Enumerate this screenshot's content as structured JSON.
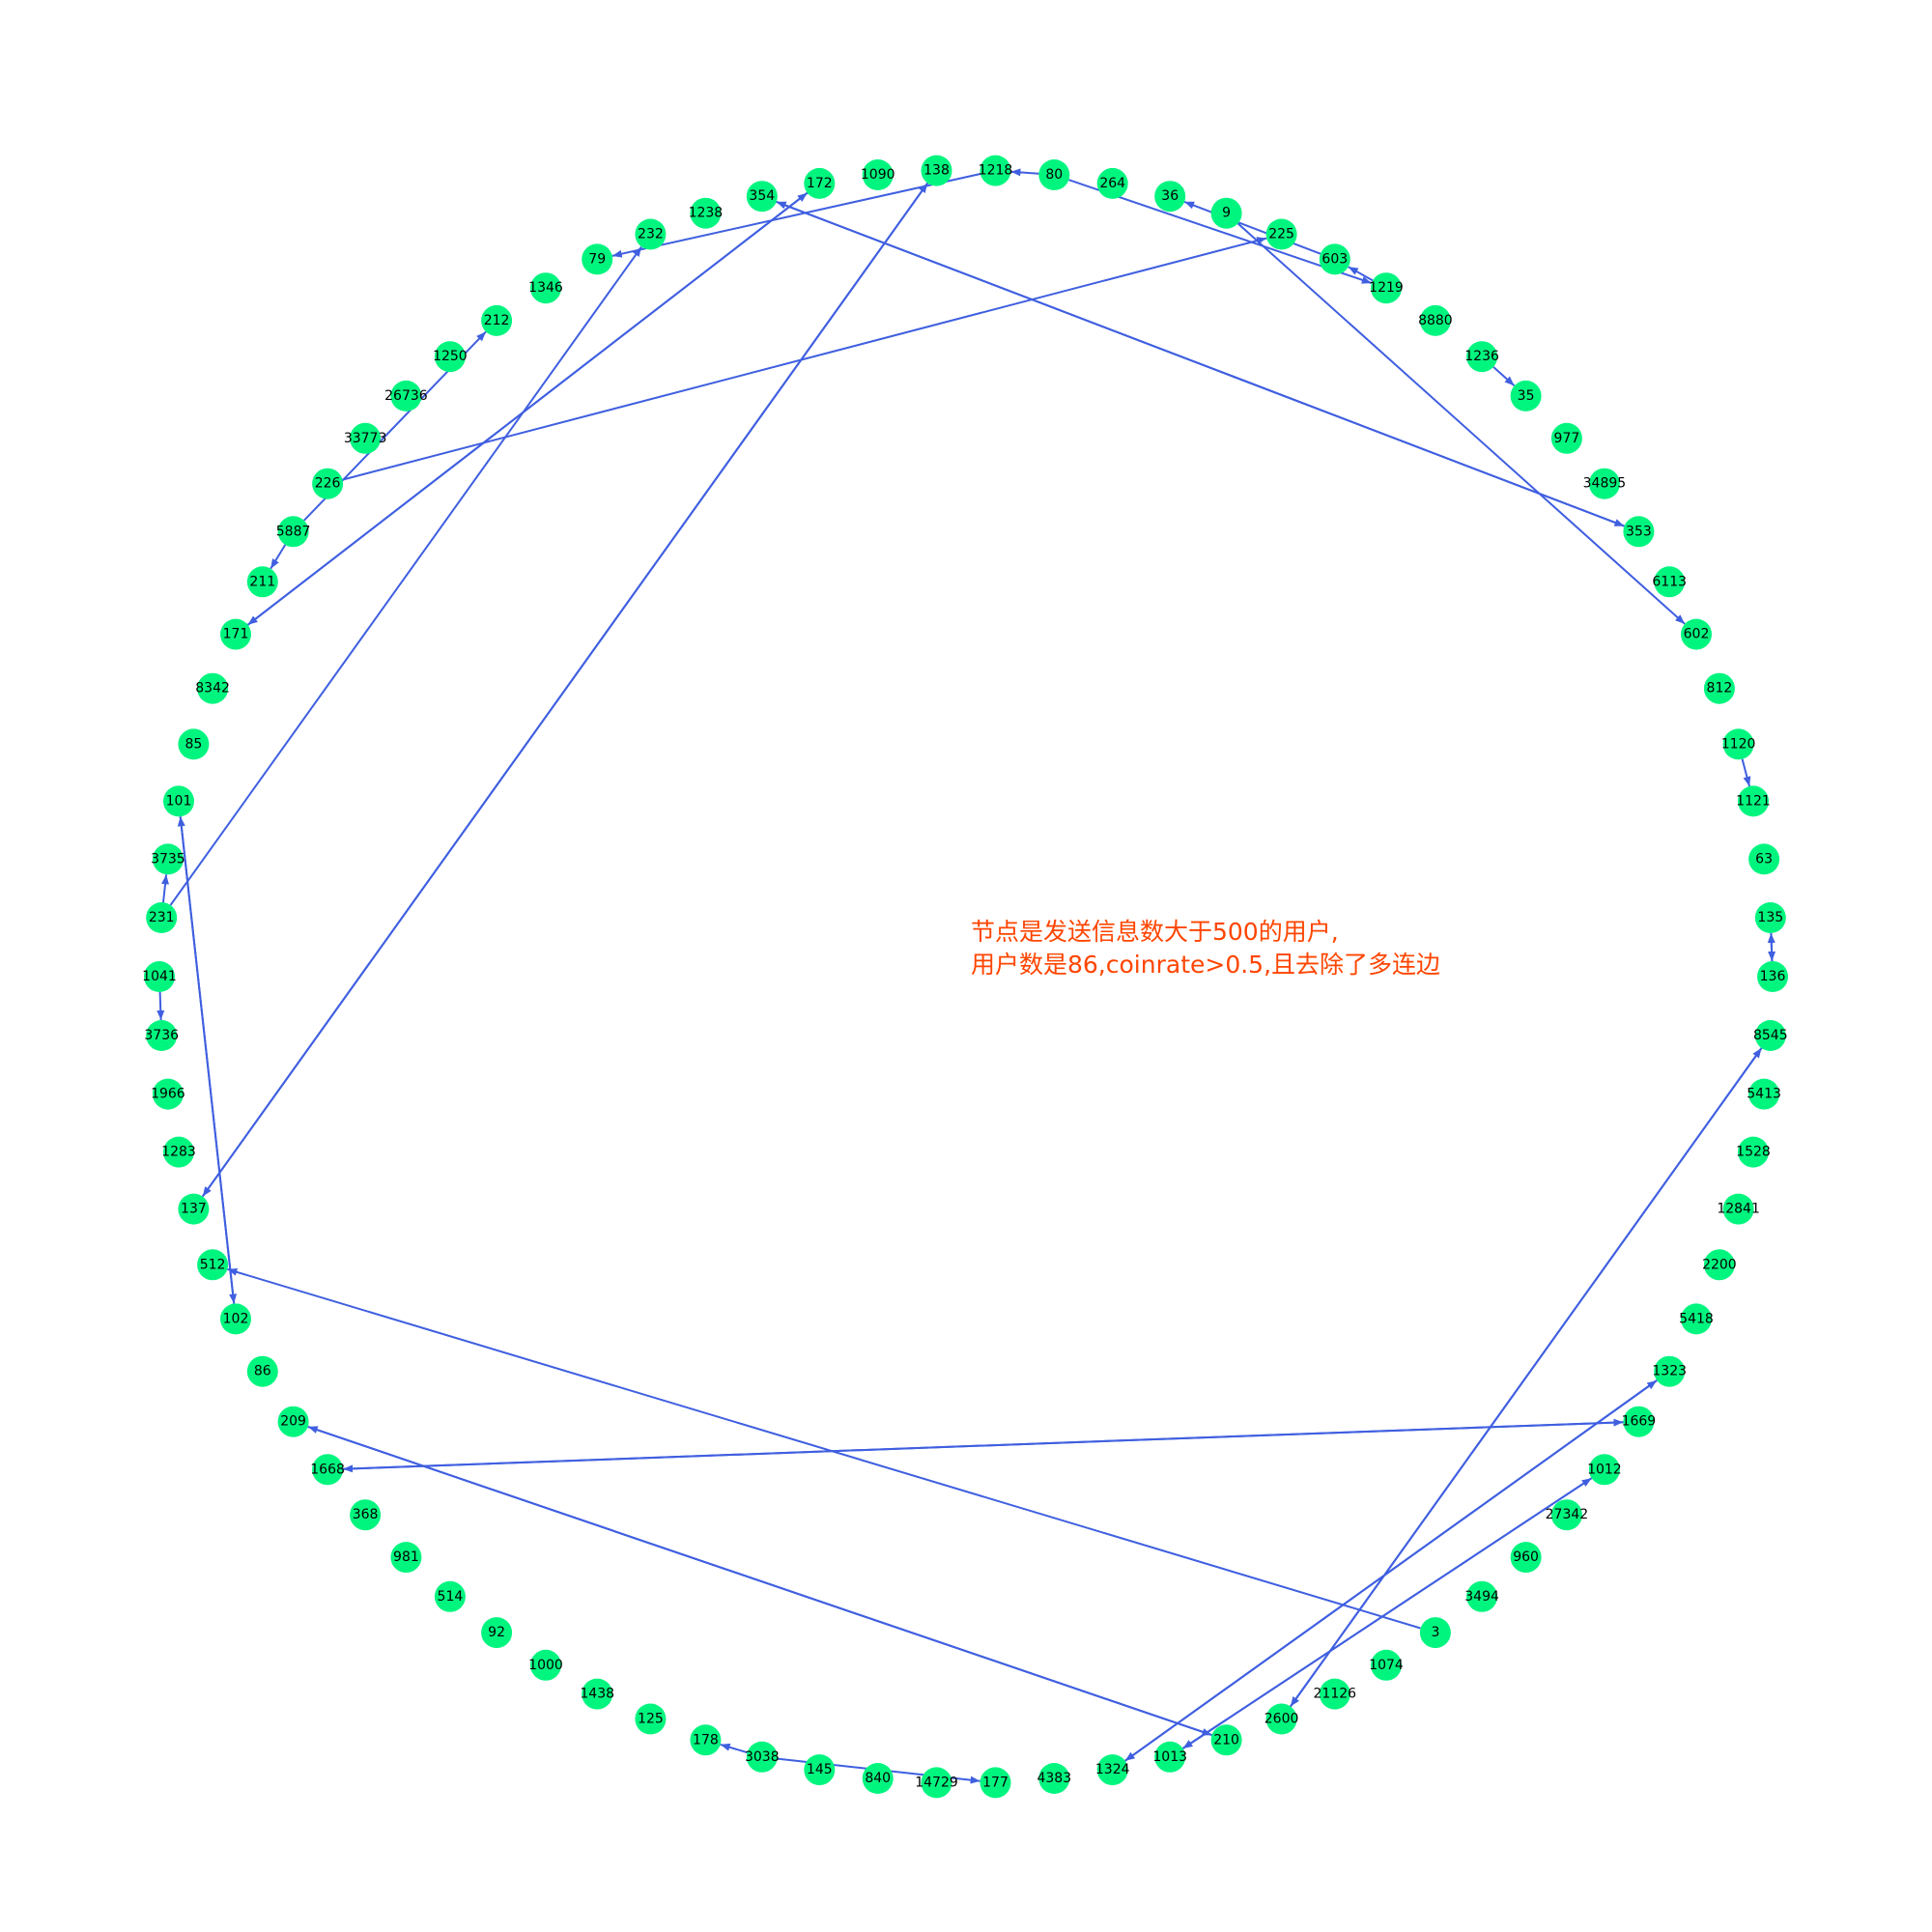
{
  "caption": {
    "line1": "节点是发送信息数大于500的用户,",
    "line2": "用户数是86,coinrate>0.5,且去除了多连边"
  },
  "colors": {
    "node_fill": "#00f57f",
    "edge": "#3f5fe0",
    "caption": "#ff4500",
    "background": "#ffffff"
  },
  "nodes": [
    {
      "id": "1218",
      "label": "1218"
    },
    {
      "id": "80",
      "label": "80"
    },
    {
      "id": "264",
      "label": "264"
    },
    {
      "id": "36",
      "label": "36"
    },
    {
      "id": "9",
      "label": "9"
    },
    {
      "id": "225",
      "label": "225"
    },
    {
      "id": "603",
      "label": "603"
    },
    {
      "id": "1219",
      "label": "1219"
    },
    {
      "id": "8880",
      "label": "8880"
    },
    {
      "id": "1236",
      "label": "1236"
    },
    {
      "id": "35",
      "label": "35"
    },
    {
      "id": "977",
      "label": "977"
    },
    {
      "id": "34895",
      "label": "34895"
    },
    {
      "id": "353",
      "label": "353"
    },
    {
      "id": "6113",
      "label": "6113"
    },
    {
      "id": "602",
      "label": "602"
    },
    {
      "id": "812",
      "label": "812"
    },
    {
      "id": "1120",
      "label": "1120"
    },
    {
      "id": "1121",
      "label": "1121"
    },
    {
      "id": "63",
      "label": "63"
    },
    {
      "id": "135",
      "label": "135"
    },
    {
      "id": "136",
      "label": "136"
    },
    {
      "id": "8545",
      "label": "8545"
    },
    {
      "id": "5413",
      "label": "5413"
    },
    {
      "id": "1528",
      "label": "1528"
    },
    {
      "id": "12841",
      "label": "12841"
    },
    {
      "id": "2200",
      "label": "2200"
    },
    {
      "id": "5418",
      "label": "5418"
    },
    {
      "id": "1323",
      "label": "1323"
    },
    {
      "id": "1669",
      "label": "1669"
    },
    {
      "id": "1012",
      "label": "1012"
    },
    {
      "id": "27342",
      "label": "27342"
    },
    {
      "id": "960",
      "label": "960"
    },
    {
      "id": "3494",
      "label": "3494"
    },
    {
      "id": "3",
      "label": "3"
    },
    {
      "id": "1074",
      "label": "1074"
    },
    {
      "id": "21126",
      "label": "21126"
    },
    {
      "id": "2600",
      "label": "2600"
    },
    {
      "id": "210",
      "label": "210"
    },
    {
      "id": "1013",
      "label": "1013"
    },
    {
      "id": "1324",
      "label": "1324"
    },
    {
      "id": "4383",
      "label": "4383"
    },
    {
      "id": "177",
      "label": "177"
    },
    {
      "id": "14729",
      "label": "14729"
    },
    {
      "id": "840",
      "label": "840"
    },
    {
      "id": "145",
      "label": "145"
    },
    {
      "id": "3038",
      "label": "3038"
    },
    {
      "id": "178",
      "label": "178"
    },
    {
      "id": "125",
      "label": "125"
    },
    {
      "id": "1438",
      "label": "1438"
    },
    {
      "id": "1000",
      "label": "1000"
    },
    {
      "id": "92",
      "label": "92"
    },
    {
      "id": "514",
      "label": "514"
    },
    {
      "id": "981",
      "label": "981"
    },
    {
      "id": "368",
      "label": "368"
    },
    {
      "id": "1668",
      "label": "1668"
    },
    {
      "id": "209",
      "label": "209"
    },
    {
      "id": "86",
      "label": "86"
    },
    {
      "id": "102",
      "label": "102"
    },
    {
      "id": "512",
      "label": "512"
    },
    {
      "id": "137",
      "label": "137"
    },
    {
      "id": "1283",
      "label": "1283"
    },
    {
      "id": "1966",
      "label": "1966"
    },
    {
      "id": "3736",
      "label": "3736"
    },
    {
      "id": "1041",
      "label": "1041"
    },
    {
      "id": "231",
      "label": "231"
    },
    {
      "id": "3735",
      "label": "3735"
    },
    {
      "id": "101",
      "label": "101"
    },
    {
      "id": "85",
      "label": "85"
    },
    {
      "id": "8342",
      "label": "8342"
    },
    {
      "id": "171",
      "label": "171"
    },
    {
      "id": "211",
      "label": "211"
    },
    {
      "id": "5887",
      "label": "5887"
    },
    {
      "id": "226",
      "label": "226"
    },
    {
      "id": "33773",
      "label": "33773"
    },
    {
      "id": "26736",
      "label": "26736"
    },
    {
      "id": "1250",
      "label": "1250"
    },
    {
      "id": "212",
      "label": "212"
    },
    {
      "id": "1346",
      "label": "1346"
    },
    {
      "id": "79",
      "label": "79"
    },
    {
      "id": "232",
      "label": "232"
    },
    {
      "id": "1238",
      "label": "1238"
    },
    {
      "id": "354",
      "label": "354"
    },
    {
      "id": "172",
      "label": "172"
    },
    {
      "id": "1090",
      "label": "1090"
    },
    {
      "id": "138",
      "label": "138"
    }
  ],
  "edges": [
    {
      "from": "80",
      "to": "1218"
    },
    {
      "from": "1218",
      "to": "79"
    },
    {
      "from": "80",
      "to": "1219"
    },
    {
      "from": "603",
      "to": "36"
    },
    {
      "from": "9",
      "to": "602"
    },
    {
      "from": "1219",
      "to": "603"
    },
    {
      "from": "1236",
      "to": "35"
    },
    {
      "from": "354",
      "to": "353"
    },
    {
      "from": "353",
      "to": "354"
    },
    {
      "from": "226",
      "to": "225"
    },
    {
      "from": "5887",
      "to": "211"
    },
    {
      "from": "5887",
      "to": "212"
    },
    {
      "from": "172",
      "to": "171"
    },
    {
      "from": "171",
      "to": "172"
    },
    {
      "from": "231",
      "to": "232"
    },
    {
      "from": "231",
      "to": "3735"
    },
    {
      "from": "1041",
      "to": "3736"
    },
    {
      "from": "102",
      "to": "101"
    },
    {
      "from": "101",
      "to": "102"
    },
    {
      "from": "138",
      "to": "137"
    },
    {
      "from": "137",
      "to": "138"
    },
    {
      "from": "3",
      "to": "512"
    },
    {
      "from": "210",
      "to": "209"
    },
    {
      "from": "209",
      "to": "210"
    },
    {
      "from": "1669",
      "to": "1668"
    },
    {
      "from": "1668",
      "to": "1669"
    },
    {
      "from": "1324",
      "to": "1323"
    },
    {
      "from": "1323",
      "to": "1324"
    },
    {
      "from": "1013",
      "to": "1012"
    },
    {
      "from": "1012",
      "to": "1013"
    },
    {
      "from": "2600",
      "to": "8545"
    },
    {
      "from": "8545",
      "to": "2600"
    },
    {
      "from": "1120",
      "to": "1121"
    },
    {
      "from": "135",
      "to": "136"
    },
    {
      "from": "136",
      "to": "135"
    },
    {
      "from": "3038",
      "to": "178"
    },
    {
      "from": "3038",
      "to": "177"
    }
  ]
}
